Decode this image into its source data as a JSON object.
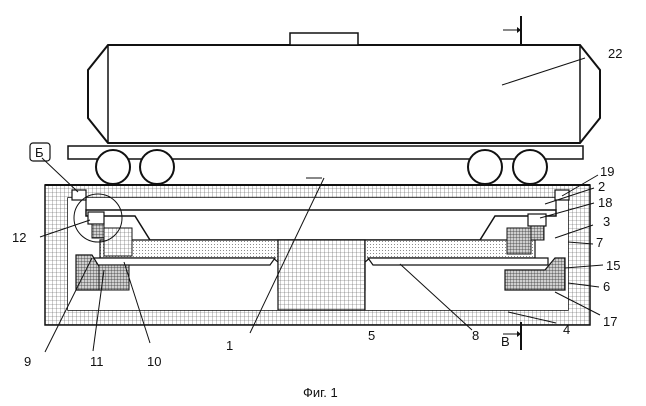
{
  "caption": "Фиг. 1",
  "labels": {
    "n1": "1",
    "n2": "2",
    "n3": "3",
    "n4": "4",
    "n5": "5",
    "n6": "6",
    "n7": "7",
    "n8": "8",
    "n9": "9",
    "n10": "10",
    "n11": "11",
    "n12": "12",
    "n15": "15",
    "n17": "17",
    "n18": "18",
    "n19": "19",
    "n22": "22",
    "detail_B": "Б",
    "section_V": "В"
  }
}
